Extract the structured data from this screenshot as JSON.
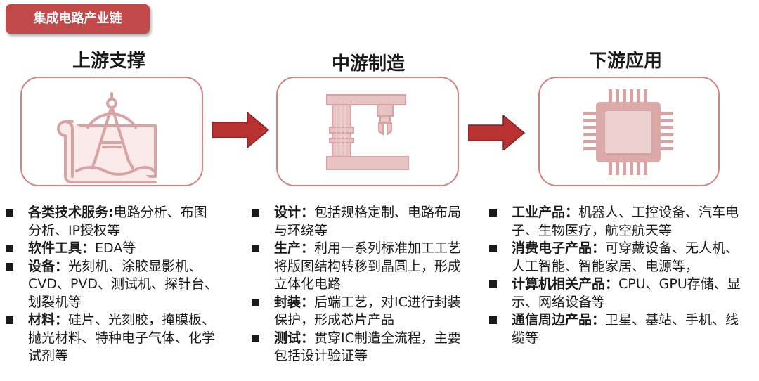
{
  "tag": "集成电路产业链",
  "columns": [
    {
      "title": "上游支撑",
      "icon": "drafting-compass-icon",
      "items": [
        {
          "label": "各类技术服务:",
          "text": "电路分析、布图分析、IP授权等"
        },
        {
          "label": "软件工具：",
          "text": "EDA等"
        },
        {
          "label": "设备：",
          "text": "光刻机、涂胶显影机、CVD、PVD、测试机、探针台、划裂机等"
        },
        {
          "label": "材料：",
          "text": "硅片、光刻胶，掩膜板、抛光材料、特种电子气体、化学试剂等"
        }
      ]
    },
    {
      "title": "中游制造",
      "icon": "robotic-arm-icon",
      "items": [
        {
          "label": "设计：",
          "text": "包括规格定制、电路布局与环绕等"
        },
        {
          "label": "生产：",
          "text": "利用一系列标准加工工艺将版图结构转移到晶圆上，形成立体化电路"
        },
        {
          "label": "封装：",
          "text": "后端工艺，对IC进行封装保护，形成芯片产品"
        },
        {
          "label": "测试：",
          "text": "贯穿IC制造全流程，主要包括设计验证等"
        }
      ]
    },
    {
      "title": "下游应用",
      "icon": "chip-icon",
      "items": [
        {
          "label": "工业产品：",
          "text": "机器人、工控设备、汽车电子、生物医疗，航空航天等"
        },
        {
          "label": "消费电子产品：",
          "text": "可穿戴设备、无人机、人工智能、智能家居、电源等，"
        },
        {
          "label": "计算机相关产品：",
          "text": "CPU、GPU存储、显示、网络设备等"
        },
        {
          "label": "通信周边产品：",
          "text": "卫星、基站、手机、线缆等"
        }
      ]
    }
  ],
  "colors": {
    "accent": "#c24a4a",
    "box_border": "#d98080",
    "icon": "#d9a3a3",
    "arrow": "#b83232"
  }
}
